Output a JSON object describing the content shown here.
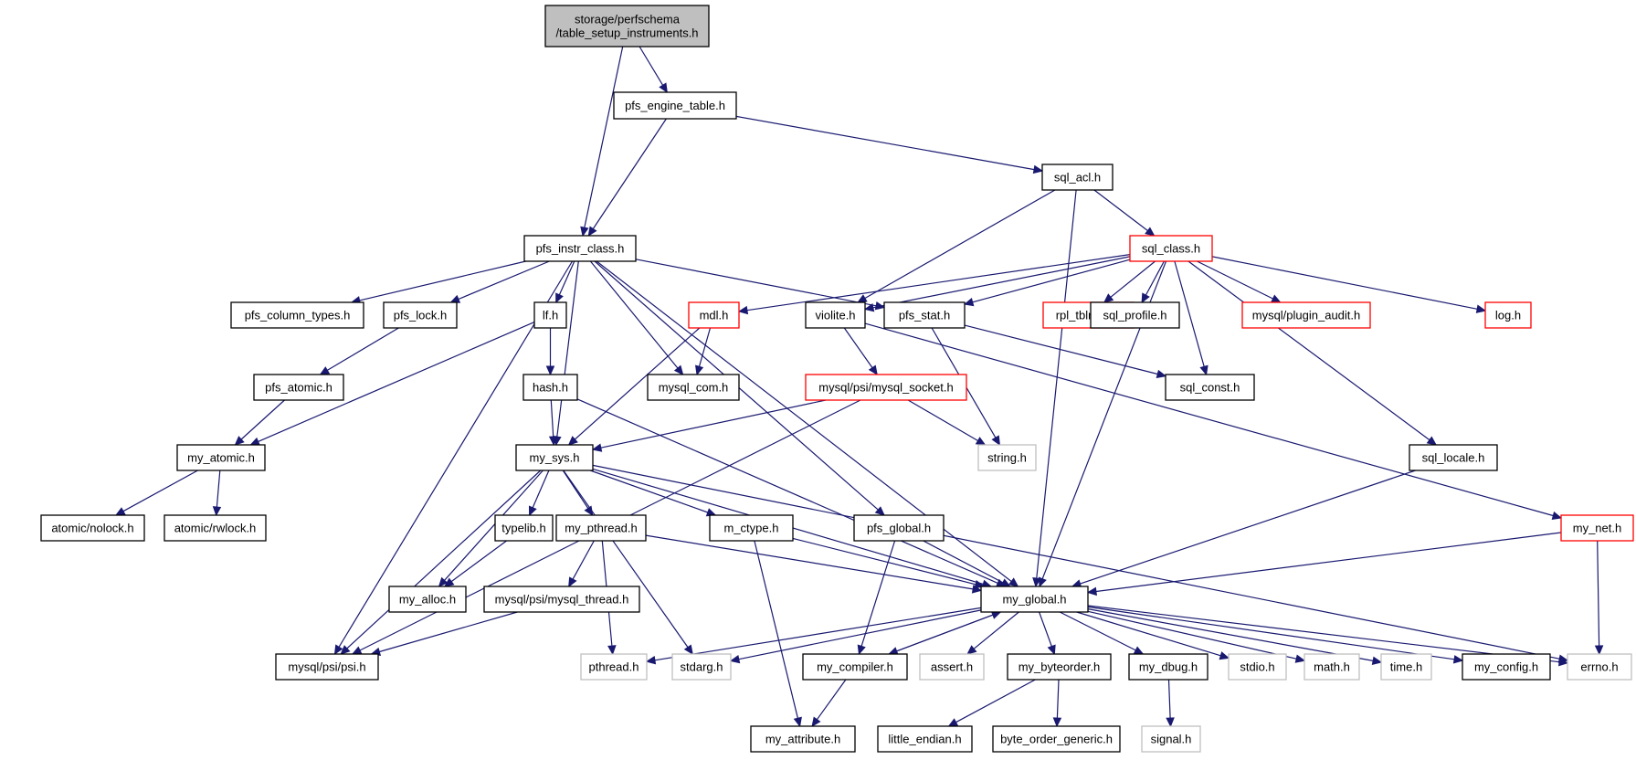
{
  "colors": {
    "edge": "#191970",
    "normal_border": "#000000",
    "truncated_border": "#ff0000",
    "external_border": "#bfbfbf",
    "external_text": "#8c8c8c",
    "root_fill": "#bfbfbf"
  },
  "nodes": [
    {
      "id": "root",
      "lines": [
        "storage/perfschema",
        "/table_setup_instruments.h"
      ],
      "style": "root"
    },
    {
      "id": "pfs_engine_table",
      "lines": [
        "pfs_engine_table.h"
      ],
      "style": "normal"
    },
    {
      "id": "sql_acl",
      "lines": [
        "sql_acl.h"
      ],
      "style": "normal"
    },
    {
      "id": "pfs_instr_class",
      "lines": [
        "pfs_instr_class.h"
      ],
      "style": "normal"
    },
    {
      "id": "sql_class",
      "lines": [
        "sql_class.h"
      ],
      "style": "truncated"
    },
    {
      "id": "pfs_column_types",
      "lines": [
        "pfs_column_types.h"
      ],
      "style": "normal"
    },
    {
      "id": "pfs_lock",
      "lines": [
        "pfs_lock.h"
      ],
      "style": "normal"
    },
    {
      "id": "lf",
      "lines": [
        "lf.h"
      ],
      "style": "normal"
    },
    {
      "id": "mdl",
      "lines": [
        "mdl.h"
      ],
      "style": "truncated"
    },
    {
      "id": "violite",
      "lines": [
        "violite.h"
      ],
      "style": "normal"
    },
    {
      "id": "pfs_stat",
      "lines": [
        "pfs_stat.h"
      ],
      "style": "normal"
    },
    {
      "id": "rpl_tblmap",
      "lines": [
        "rpl_tblmap.h"
      ],
      "style": "truncated"
    },
    {
      "id": "sql_profile",
      "lines": [
        "sql_profile.h"
      ],
      "style": "normal"
    },
    {
      "id": "plugin_audit",
      "lines": [
        "mysql/plugin_audit.h"
      ],
      "style": "truncated"
    },
    {
      "id": "log",
      "lines": [
        "log.h"
      ],
      "style": "truncated"
    },
    {
      "id": "pfs_atomic",
      "lines": [
        "pfs_atomic.h"
      ],
      "style": "normal"
    },
    {
      "id": "hash",
      "lines": [
        "hash.h"
      ],
      "style": "normal"
    },
    {
      "id": "mysql_com",
      "lines": [
        "mysql_com.h"
      ],
      "style": "normal"
    },
    {
      "id": "mysql_socket",
      "lines": [
        "mysql/psi/mysql_socket.h"
      ],
      "style": "truncated"
    },
    {
      "id": "sql_const",
      "lines": [
        "sql_const.h"
      ],
      "style": "normal"
    },
    {
      "id": "my_atomic",
      "lines": [
        "my_atomic.h"
      ],
      "style": "normal"
    },
    {
      "id": "my_sys",
      "lines": [
        "my_sys.h"
      ],
      "style": "normal"
    },
    {
      "id": "string",
      "lines": [
        "string.h"
      ],
      "style": "external"
    },
    {
      "id": "sql_locale",
      "lines": [
        "sql_locale.h"
      ],
      "style": "normal"
    },
    {
      "id": "atomic_nolock",
      "lines": [
        "atomic/nolock.h"
      ],
      "style": "normal"
    },
    {
      "id": "atomic_rwlock",
      "lines": [
        "atomic/rwlock.h"
      ],
      "style": "normal"
    },
    {
      "id": "typelib",
      "lines": [
        "typelib.h"
      ],
      "style": "normal"
    },
    {
      "id": "my_pthread",
      "lines": [
        "my_pthread.h"
      ],
      "style": "normal"
    },
    {
      "id": "m_ctype",
      "lines": [
        "m_ctype.h"
      ],
      "style": "normal"
    },
    {
      "id": "pfs_global",
      "lines": [
        "pfs_global.h"
      ],
      "style": "normal"
    },
    {
      "id": "my_net",
      "lines": [
        "my_net.h"
      ],
      "style": "truncated"
    },
    {
      "id": "my_alloc",
      "lines": [
        "my_alloc.h"
      ],
      "style": "normal"
    },
    {
      "id": "mysql_thread",
      "lines": [
        "mysql/psi/mysql_thread.h"
      ],
      "style": "normal"
    },
    {
      "id": "my_global",
      "lines": [
        "my_global.h"
      ],
      "style": "normal"
    },
    {
      "id": "psi",
      "lines": [
        "mysql/psi/psi.h"
      ],
      "style": "normal"
    },
    {
      "id": "pthread",
      "lines": [
        "pthread.h"
      ],
      "style": "external"
    },
    {
      "id": "stdarg",
      "lines": [
        "stdarg.h"
      ],
      "style": "external"
    },
    {
      "id": "my_compiler",
      "lines": [
        "my_compiler.h"
      ],
      "style": "normal"
    },
    {
      "id": "assert",
      "lines": [
        "assert.h"
      ],
      "style": "external"
    },
    {
      "id": "my_byteorder",
      "lines": [
        "my_byteorder.h"
      ],
      "style": "normal"
    },
    {
      "id": "my_dbug",
      "lines": [
        "my_dbug.h"
      ],
      "style": "normal"
    },
    {
      "id": "stdio",
      "lines": [
        "stdio.h"
      ],
      "style": "external"
    },
    {
      "id": "math",
      "lines": [
        "math.h"
      ],
      "style": "external"
    },
    {
      "id": "time",
      "lines": [
        "time.h"
      ],
      "style": "external"
    },
    {
      "id": "my_config",
      "lines": [
        "my_config.h"
      ],
      "style": "normal"
    },
    {
      "id": "errno",
      "lines": [
        "errno.h"
      ],
      "style": "external"
    },
    {
      "id": "my_attribute",
      "lines": [
        "my_attribute.h"
      ],
      "style": "normal"
    },
    {
      "id": "little_endian",
      "lines": [
        "little_endian.h"
      ],
      "style": "normal"
    },
    {
      "id": "byte_order_generic",
      "lines": [
        "byte_order_generic.h"
      ],
      "style": "normal"
    },
    {
      "id": "signal",
      "lines": [
        "signal.h"
      ],
      "style": "external"
    }
  ],
  "edges": [
    [
      "root",
      "pfs_engine_table"
    ],
    [
      "root",
      "pfs_instr_class"
    ],
    [
      "pfs_engine_table",
      "pfs_instr_class"
    ],
    [
      "pfs_engine_table",
      "sql_acl"
    ],
    [
      "sql_acl",
      "violite"
    ],
    [
      "sql_acl",
      "sql_class"
    ],
    [
      "sql_acl",
      "my_global"
    ],
    [
      "sql_class",
      "mdl"
    ],
    [
      "sql_class",
      "violite"
    ],
    [
      "sql_class",
      "pfs_stat"
    ],
    [
      "sql_class",
      "rpl_tblmap"
    ],
    [
      "sql_class",
      "sql_profile"
    ],
    [
      "sql_class",
      "plugin_audit"
    ],
    [
      "sql_class",
      "log"
    ],
    [
      "sql_class",
      "sql_const"
    ],
    [
      "sql_class",
      "sql_locale"
    ],
    [
      "sql_class",
      "my_global"
    ],
    [
      "pfs_instr_class",
      "pfs_column_types"
    ],
    [
      "pfs_instr_class",
      "pfs_lock"
    ],
    [
      "pfs_instr_class",
      "lf"
    ],
    [
      "pfs_instr_class",
      "mysql_com"
    ],
    [
      "pfs_instr_class",
      "pfs_stat"
    ],
    [
      "pfs_instr_class",
      "my_sys"
    ],
    [
      "pfs_instr_class",
      "pfs_global"
    ],
    [
      "pfs_instr_class",
      "my_global"
    ],
    [
      "pfs_instr_class",
      "psi"
    ],
    [
      "pfs_lock",
      "pfs_atomic"
    ],
    [
      "pfs_atomic",
      "my_atomic"
    ],
    [
      "lf",
      "hash"
    ],
    [
      "lf",
      "my_atomic"
    ],
    [
      "mdl",
      "mysql_com"
    ],
    [
      "mdl",
      "my_sys"
    ],
    [
      "violite",
      "mysql_socket"
    ],
    [
      "violite",
      "my_net"
    ],
    [
      "pfs_stat",
      "sql_const"
    ],
    [
      "pfs_stat",
      "string"
    ],
    [
      "hash",
      "my_sys"
    ],
    [
      "hash",
      "my_global"
    ],
    [
      "mysql_socket",
      "my_sys"
    ],
    [
      "mysql_socket",
      "string"
    ],
    [
      "mysql_socket",
      "psi"
    ],
    [
      "my_atomic",
      "atomic_nolock"
    ],
    [
      "my_atomic",
      "atomic_rwlock"
    ],
    [
      "my_sys",
      "typelib"
    ],
    [
      "my_sys",
      "my_pthread"
    ],
    [
      "my_sys",
      "m_ctype"
    ],
    [
      "my_sys",
      "my_alloc"
    ],
    [
      "my_sys",
      "psi"
    ],
    [
      "my_sys",
      "stdarg"
    ],
    [
      "my_sys",
      "my_global"
    ],
    [
      "my_sys",
      "errno"
    ],
    [
      "typelib",
      "my_alloc"
    ],
    [
      "my_pthread",
      "mysql_thread"
    ],
    [
      "my_pthread",
      "pthread"
    ],
    [
      "my_pthread",
      "my_global"
    ],
    [
      "mysql_thread",
      "psi"
    ],
    [
      "m_ctype",
      "my_global"
    ],
    [
      "m_ctype",
      "my_attribute"
    ],
    [
      "pfs_global",
      "my_global"
    ],
    [
      "pfs_global",
      "my_compiler"
    ],
    [
      "sql_locale",
      "my_global"
    ],
    [
      "my_net",
      "my_global"
    ],
    [
      "my_net",
      "errno"
    ],
    [
      "my_global",
      "pthread"
    ],
    [
      "my_global",
      "stdarg"
    ],
    [
      "my_global",
      "my_compiler"
    ],
    [
      "my_global",
      "assert"
    ],
    [
      "my_global",
      "my_byteorder"
    ],
    [
      "my_global",
      "my_dbug"
    ],
    [
      "my_global",
      "stdio"
    ],
    [
      "my_global",
      "math"
    ],
    [
      "my_global",
      "time"
    ],
    [
      "my_global",
      "my_config"
    ],
    [
      "my_global",
      "errno"
    ],
    [
      "my_compiler",
      "my_global"
    ],
    [
      "my_compiler",
      "my_attribute"
    ],
    [
      "my_byteorder",
      "little_endian"
    ],
    [
      "my_byteorder",
      "byte_order_generic"
    ],
    [
      "my_dbug",
      "signal"
    ]
  ]
}
